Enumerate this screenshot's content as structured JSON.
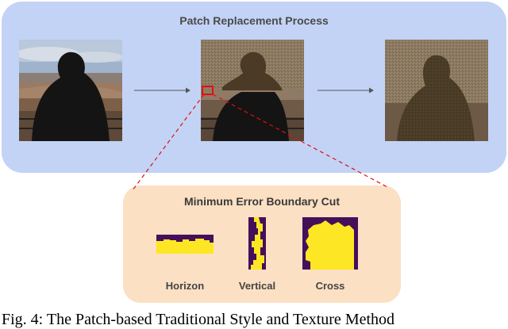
{
  "top_panel": {
    "title": "Patch Replacement Process"
  },
  "bottom_panel": {
    "title": "Minimum Error Boundary Cut",
    "masks": [
      {
        "label": "Horizon"
      },
      {
        "label": "Vertical"
      },
      {
        "label": "Cross"
      }
    ]
  },
  "caption": "Fig. 4: The Patch-based Traditional Style and Texture Method",
  "colors": {
    "top_panel_bg": "#c3d3f6",
    "bottom_panel_bg": "#fbe0c4",
    "mask_purple": "#44105a",
    "mask_yellow": "#fde724",
    "highlight_red": "#e01010"
  },
  "icons": [
    "arrow-right-icon",
    "arrow-right-icon"
  ]
}
